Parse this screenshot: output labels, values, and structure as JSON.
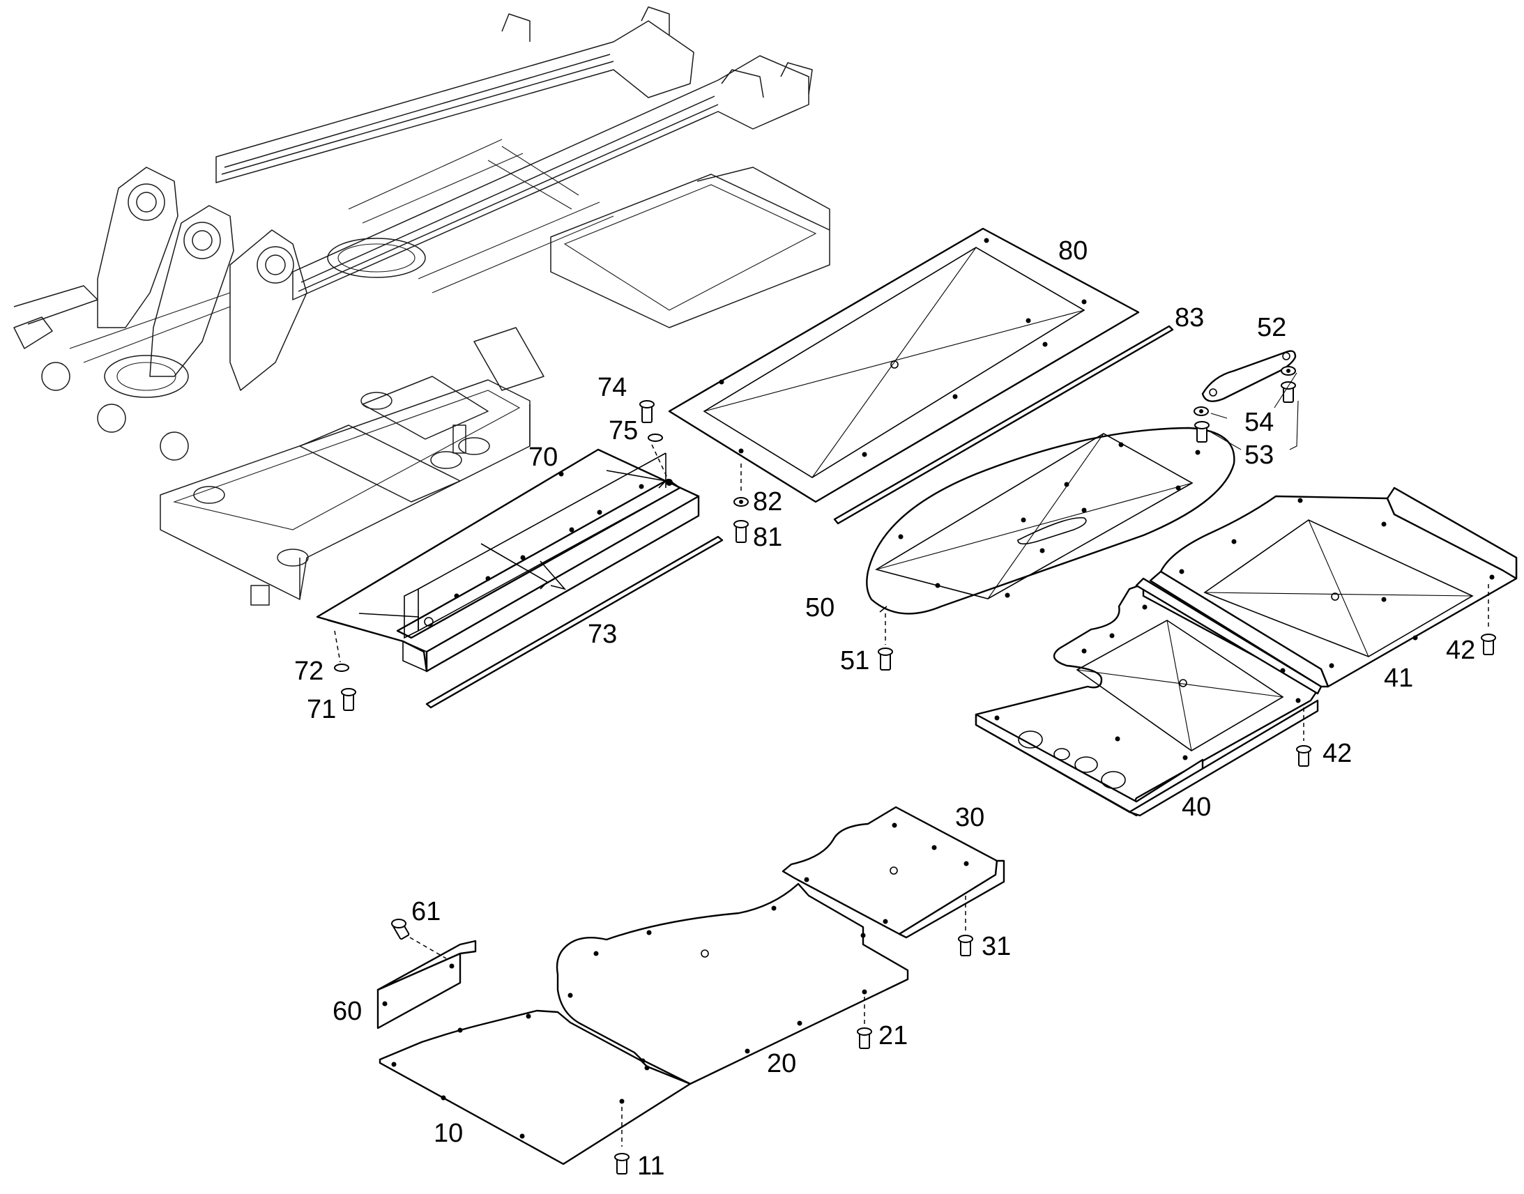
{
  "diagram": {
    "callouts": [
      "10",
      "11",
      "20",
      "21",
      "30",
      "31",
      "40",
      "41",
      "42",
      "42",
      "50",
      "51",
      "52",
      "53",
      "54",
      "60",
      "61",
      "70",
      "71",
      "72",
      "73",
      "74",
      "75",
      "80",
      "81",
      "82",
      "83"
    ]
  }
}
